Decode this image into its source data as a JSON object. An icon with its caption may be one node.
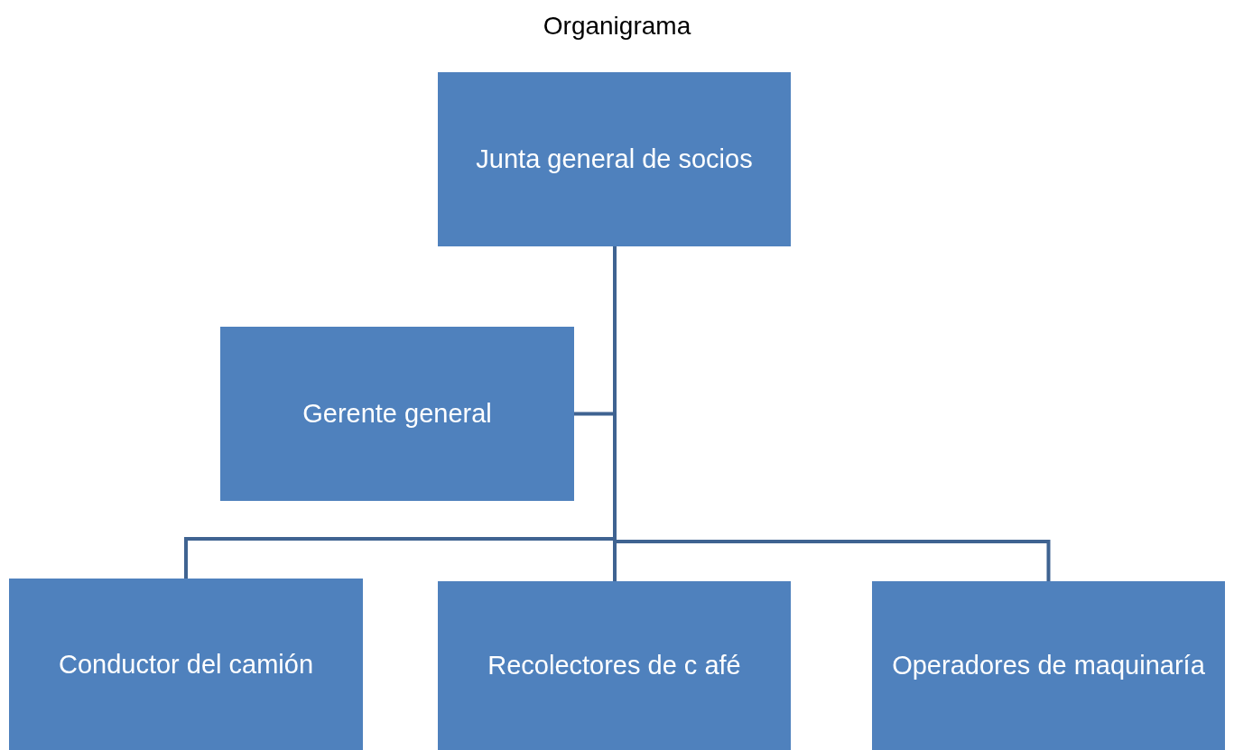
{
  "diagram": {
    "title": "Organigrama",
    "nodes": [
      {
        "text": [
          "Junta general de socios"
        ]
      },
      {
        "text": [
          "Gerente general"
        ]
      },
      {
        "text": [
          "Conductor del camión"
        ]
      },
      {
        "text": [
          "Recolectores de c afé"
        ]
      },
      {
        "text": [
          "Operadores de maquinaría"
        ]
      }
    ],
    "edges": [
      {
        "from": 0,
        "to": 1,
        "arrow": "none"
      },
      {
        "from": 0,
        "to": 2,
        "arrow": "none"
      },
      {
        "from": 0,
        "to": 3,
        "arrow": "none"
      },
      {
        "from": 0,
        "to": 4,
        "arrow": "none"
      }
    ]
  }
}
